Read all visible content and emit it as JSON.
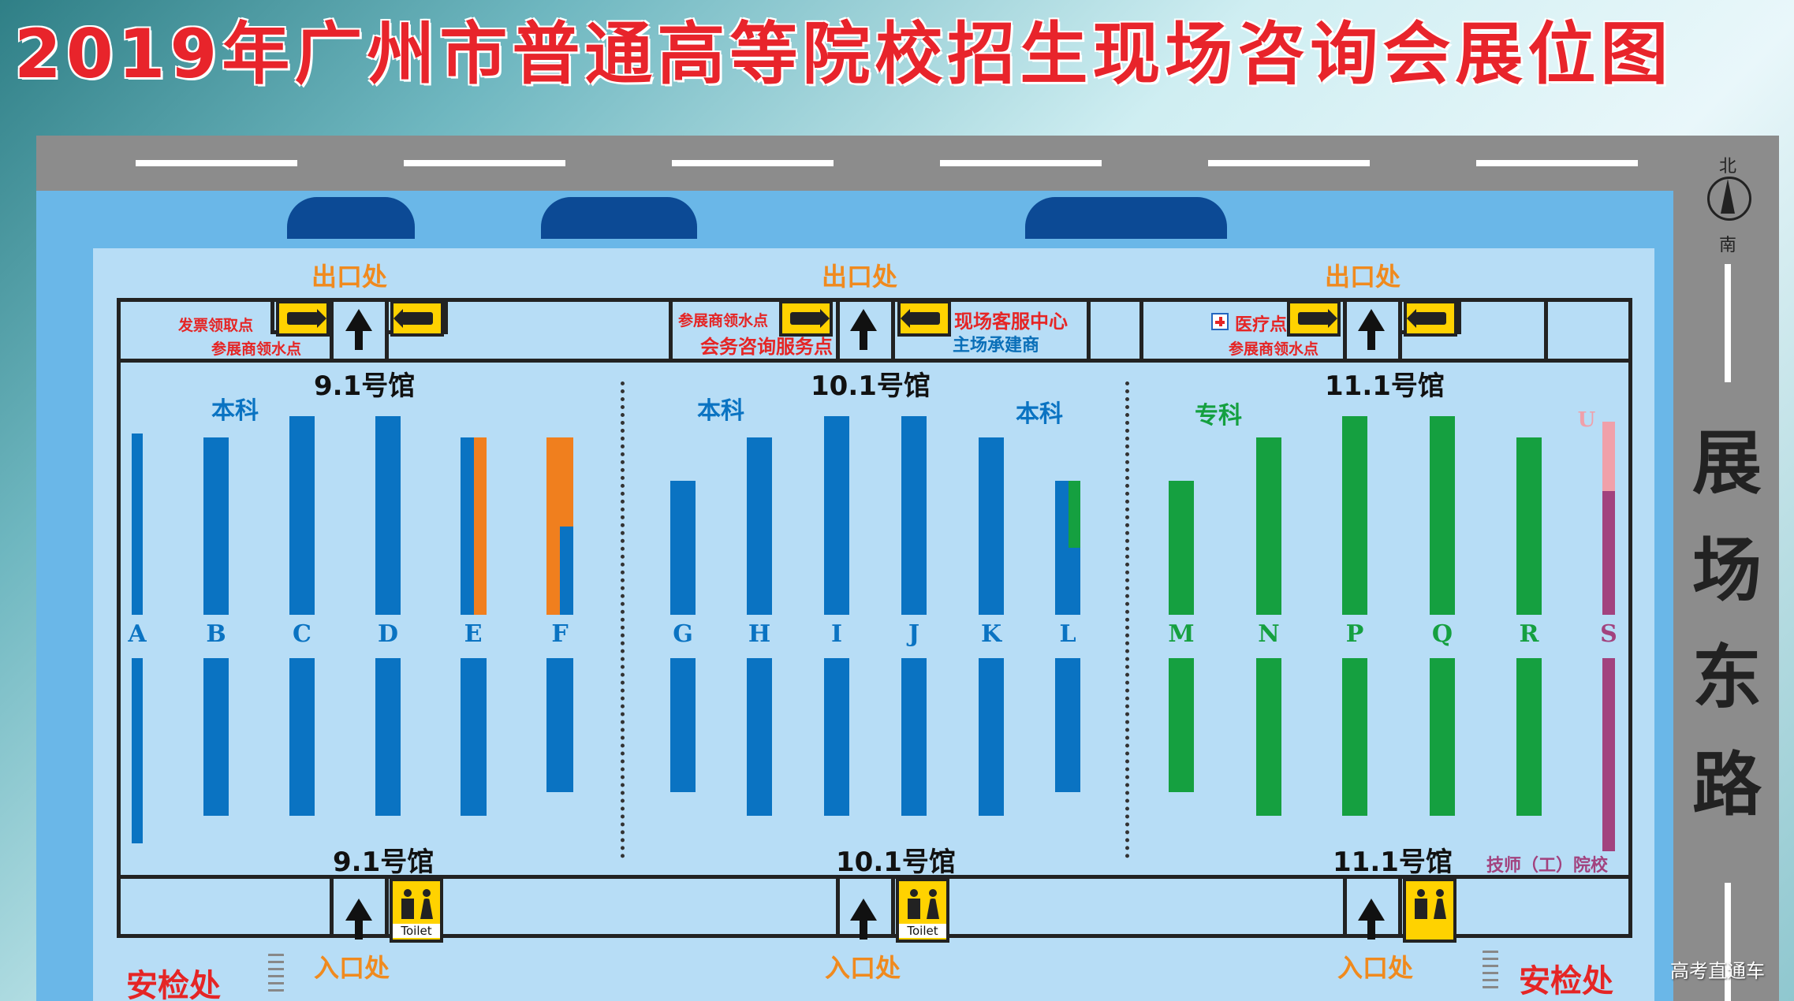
{
  "title": "2019年广州市普通高等院校招生现场咨询会展位图",
  "compass": {
    "north": "北",
    "south": "南"
  },
  "road_name": "展场东路",
  "exits": [
    "出口处",
    "出口处",
    "出口处"
  ],
  "entrances": [
    "入口处",
    "入口处",
    "入口处"
  ],
  "security": [
    "安检处",
    "安检处"
  ],
  "halls": {
    "h9": "9.1号馆",
    "h10": "10.1号馆",
    "h11": "11.1号馆"
  },
  "sections": {
    "benke1": "本科",
    "benke2": "本科",
    "benke3": "本科",
    "zhuanke": "专科",
    "jishi": "技师（工）院校"
  },
  "services": {
    "ticket": "发票领取点",
    "water1": "参展商领水点",
    "water2": "参展商领水点",
    "consult": "会务咨询服务点",
    "service_center": "现场客服中心",
    "contractor": "主场承建商",
    "medical": "医疗点",
    "water3": "参展商领水点"
  },
  "toilet_label": "Toilet",
  "rows": {
    "A": "A",
    "B": "B",
    "C": "C",
    "D": "D",
    "E": "E",
    "F": "F",
    "G": "G",
    "H": "H",
    "I": "I",
    "J": "J",
    "K": "K",
    "L": "L",
    "M": "M",
    "N": "N",
    "P": "P",
    "Q": "Q",
    "R": "R",
    "S": "S",
    "U": "U"
  },
  "colors": {
    "benke": "#0a73c2",
    "zhuanke": "#15a040",
    "extra": "#f07f1e",
    "jishi": "#a2427e",
    "jishi_light": "#f0a0aa"
  },
  "watermark": "高考直通车"
}
